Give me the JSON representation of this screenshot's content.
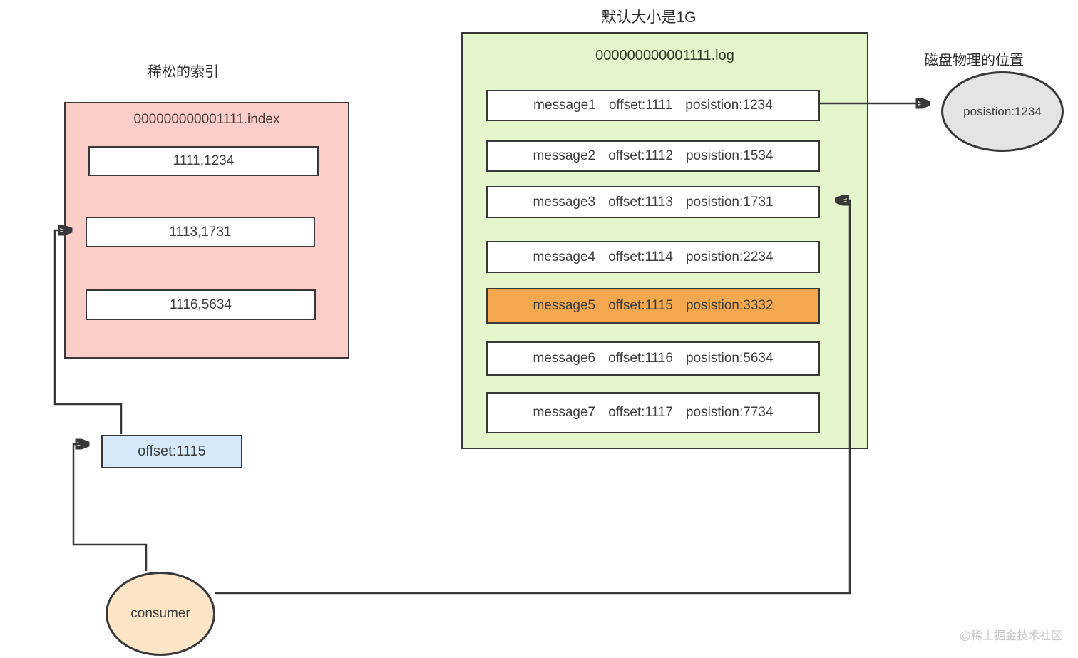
{
  "titles": {
    "log_size": "默认大小是1G",
    "sparse_index": "稀松的索引",
    "disk_position": "磁盘物理的位置"
  },
  "index_file": {
    "name": "000000000001111.index",
    "entries": [
      "1111,1234",
      "1113,1731",
      "1116,5634"
    ]
  },
  "log_file": {
    "name": "000000000001111.log",
    "messages": [
      {
        "name": "message1",
        "offset": "offset:1111",
        "position": "posistion:1234",
        "highlighted": false
      },
      {
        "name": "message2",
        "offset": "offset:1112",
        "position": "posistion:1534",
        "highlighted": false
      },
      {
        "name": "message3",
        "offset": "offset:1113",
        "position": "posistion:1731",
        "highlighted": false
      },
      {
        "name": "message4",
        "offset": "offset:1114",
        "position": "posistion:2234",
        "highlighted": false
      },
      {
        "name": "message5",
        "offset": "offset:1115",
        "position": "posistion:3332",
        "highlighted": true
      },
      {
        "name": "message6",
        "offset": "offset:1116",
        "position": "posistion:5634",
        "highlighted": false
      },
      {
        "name": "message7",
        "offset": "offset:1117",
        "position": "posistion:7734",
        "highlighted": false
      }
    ]
  },
  "disk": {
    "label": "posistion:1234"
  },
  "pointer": {
    "label": "offset:1115"
  },
  "consumer": {
    "label": "consumer"
  },
  "watermark": "@稀土掘金技术社区",
  "colors": {
    "pink": "#FCCDC9",
    "green": "#E6F6CC",
    "orange": "#F3A74F",
    "blue": "#D6E9FA",
    "gray": "#E4E4E4",
    "peach": "#FBE5C6",
    "line": "#383838",
    "text": "#3D3D3D",
    "watermark": "#C9C9C9"
  }
}
